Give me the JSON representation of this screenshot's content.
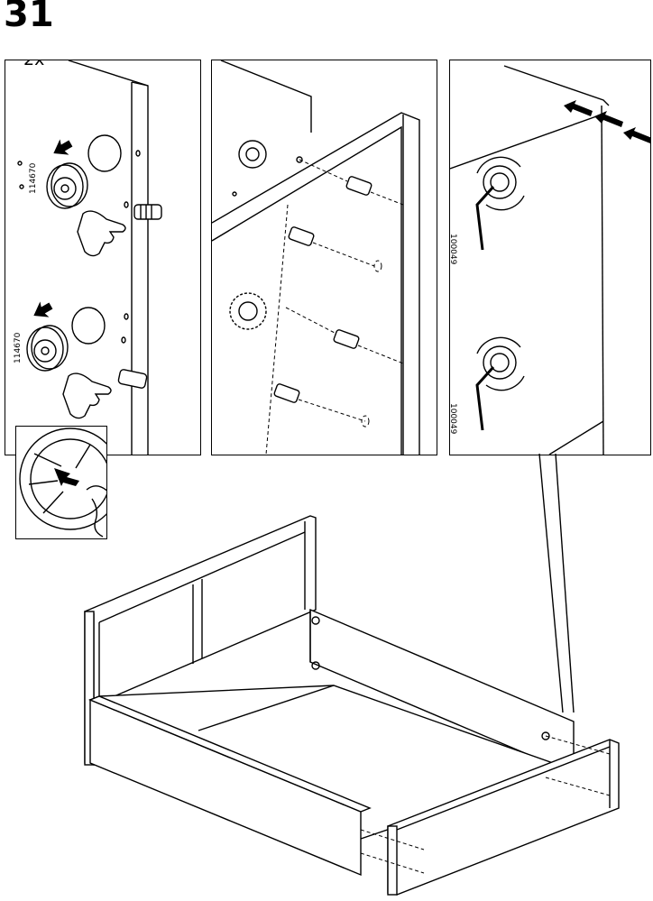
{
  "step": {
    "number": "31"
  },
  "panel1": {
    "multiplier": "2x",
    "part_number_top": "114670",
    "part_number_bottom": "114670"
  },
  "panel3": {
    "part_number_top": "100049",
    "part_number_bottom": "100049"
  }
}
